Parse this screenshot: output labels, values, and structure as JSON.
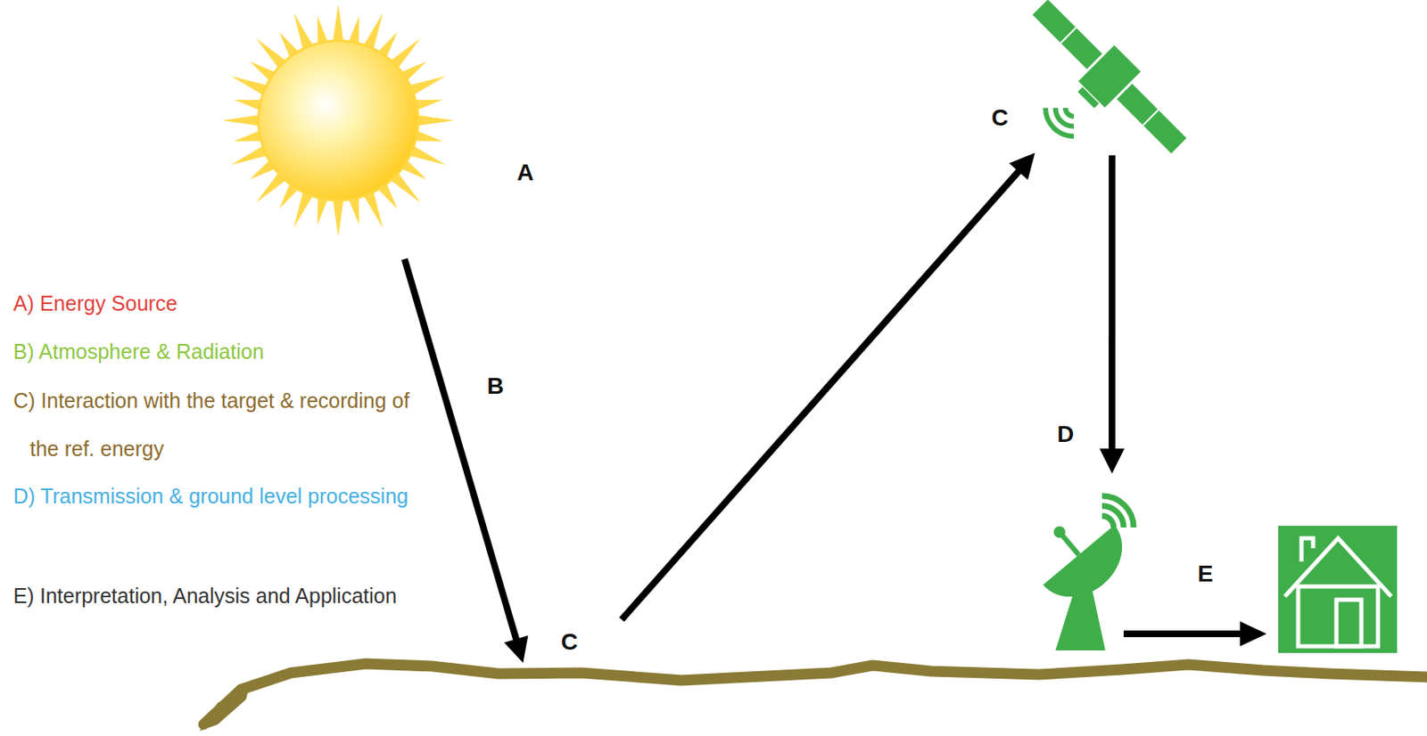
{
  "diagram": {
    "nodes": [
      {
        "text": [
          "A"
        ]
      },
      {
        "text": [
          "C"
        ]
      },
      {
        "text": [
          "C"
        ]
      },
      {
        "text": [
          "D"
        ]
      }
    ],
    "edges": [
      {
        "from": 0,
        "to": 1,
        "arrow": "to",
        "label": "B"
      },
      {
        "from": 1,
        "to": 2,
        "arrow": "to"
      },
      {
        "from": 2,
        "to": 3,
        "arrow": "to"
      }
    ],
    "labels": [
      "E",
      "A) Energy Source",
      "B) Atmosphere & Radiation",
      "C) Interaction with the target & recording of the ref. energy",
      "D) Transmission & ground level processing",
      "E) Interpretation, Analysis and Application"
    ]
  }
}
